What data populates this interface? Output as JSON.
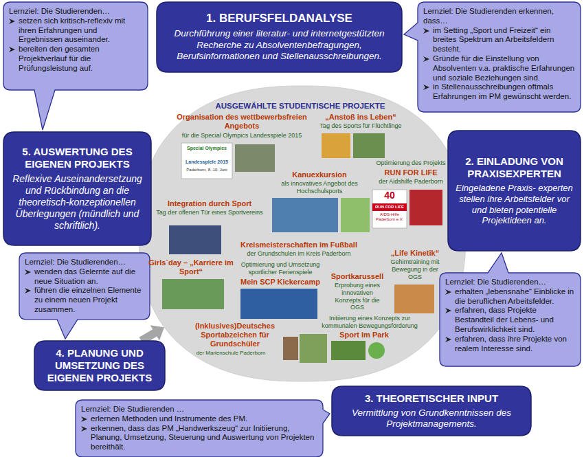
{
  "diagram": {
    "nodes": [
      {
        "text": [
          "Lernziel: Die Studierenden…",
          "setzen sich kritisch-reflexiv mit ihren Erfahrungen und Ergebnissen auseinander.",
          "bereiten den gesamten Projektverlauf für die Prüfungsleistung auf."
        ]
      },
      {
        "text": [
          "1. BERUFSFELDANALYSE",
          "Durchführung einer literatur- und internetgestützten Recherche zu Absolventenbefragungen, Berufsinformationen und Stellenausschreibungen."
        ]
      },
      {
        "text": [
          "Lernziel: Die Studierenden erkennen, dass…",
          "im Setting „Sport und Freizeit“ ein breites Spektrum an Arbeitsfeldern besteht.",
          "Gründe für die Einstellung von Absolventen v.a. praktische Erfahrungen und soziale Beziehungen sind.",
          "in Stellenausschreibungen oftmals Erfahrungen im PM gewünscht werden."
        ]
      },
      {
        "text": [
          "AUSGEWÄHLTE STUDENTISCHE PROJEKTE",
          "Organisation des wettbewerbsfreien Angebots",
          "für die Special Olympics Landesspiele 2015",
          "„Anstoß ins Leben“",
          "Tag des Sports für Flüchtlinge",
          "Kanuexkursion",
          "als innovatives Angebot des Hochschulsports",
          "Optimierung des Projekts",
          "RUN FOR LIFE",
          "der Aidshilfe Paderborn",
          "Integration durch Sport",
          "Tag der offenen Tür eines Sportvereins",
          "Kreismeisterschaften im Fußball",
          "der Grundschulen im Kreis Paderborn",
          "„Life Kinetik“",
          "Gehirntraining mit Bewegung in der OGS",
          "Girls`day – „Karriere im Sport“",
          "Optimierung und Umsetzung sportlicher Ferienspiele",
          "Mein SCP Kickercamp",
          "Sportkarussell",
          "Erprobung eines innovativen Konzepts für die OGS",
          "(Inklusives)Deutsches Sportabzeichen für Grundschüler",
          "der Marienschule Paderborn",
          "Initiierung eines Konzepts zur kommunalen Bewegungsförderung",
          "Sport im Park"
        ]
      },
      {
        "text": [
          "5. AUSWERTUNG DES EIGENEN PROJEKTS",
          "Reflexive Auseinandersetzung und Rückbindung an die theoretisch-konzeptionellen Überlegungen (mündlich und schriftlich)."
        ]
      },
      {
        "text": [
          "2. EINLADUNG VON PRAXISEXPERTEN",
          "Eingeladene Praxis- experten stellen ihre Arbeitsfelder vor und bieten potentielle Projektideen an."
        ]
      },
      {
        "text": [
          "Lernziel: Die Studierenden…",
          "wenden das Gelernte auf die neue Situation an.",
          "führen die einzelnen Elemente zu einem neuen Projekt zusammen."
        ]
      },
      {
        "text": [
          "Lernziel: Die Studierenden…",
          "erhalten „lebensnahe“ Einblicke in die beruflichen Arbeitsfelder.",
          "erfahren, dass Projekte Bestandteil der Lebens- und Berufswirklichkeit sind.",
          "erfahren, dass ihre Projekte von realem Interesse sind."
        ]
      },
      {
        "text": [
          "4. PLANUNG UND UMSETZUNG DES EIGENEN PROJEKTS"
        ]
      },
      {
        "text": [
          "Lernziel: Die Studierenden …",
          "erlernen Methoden und Instrumente des PM.",
          "erkennen, dass das PM „Handwerkszeug“ zur Initiierung, Planung, Umsetzung, Steuerung und Auswertung von Projekten bereithält."
        ]
      },
      {
        "text": [
          "3. THEORETISCHER INPUT",
          "Vermittlung von Grundkenntnissen des Projektmanagements."
        ]
      }
    ],
    "edges": [
      {
        "from": 8,
        "to": 3,
        "arrow": "to"
      }
    ],
    "labels": [
      "Special Olympics",
      "Landesspiele 2015",
      "Paderborn, 8.-10. Juni",
      "40",
      "RUN FOR LIFE",
      "AIDS-Hilfe Paderborn e.V."
    ]
  }
}
